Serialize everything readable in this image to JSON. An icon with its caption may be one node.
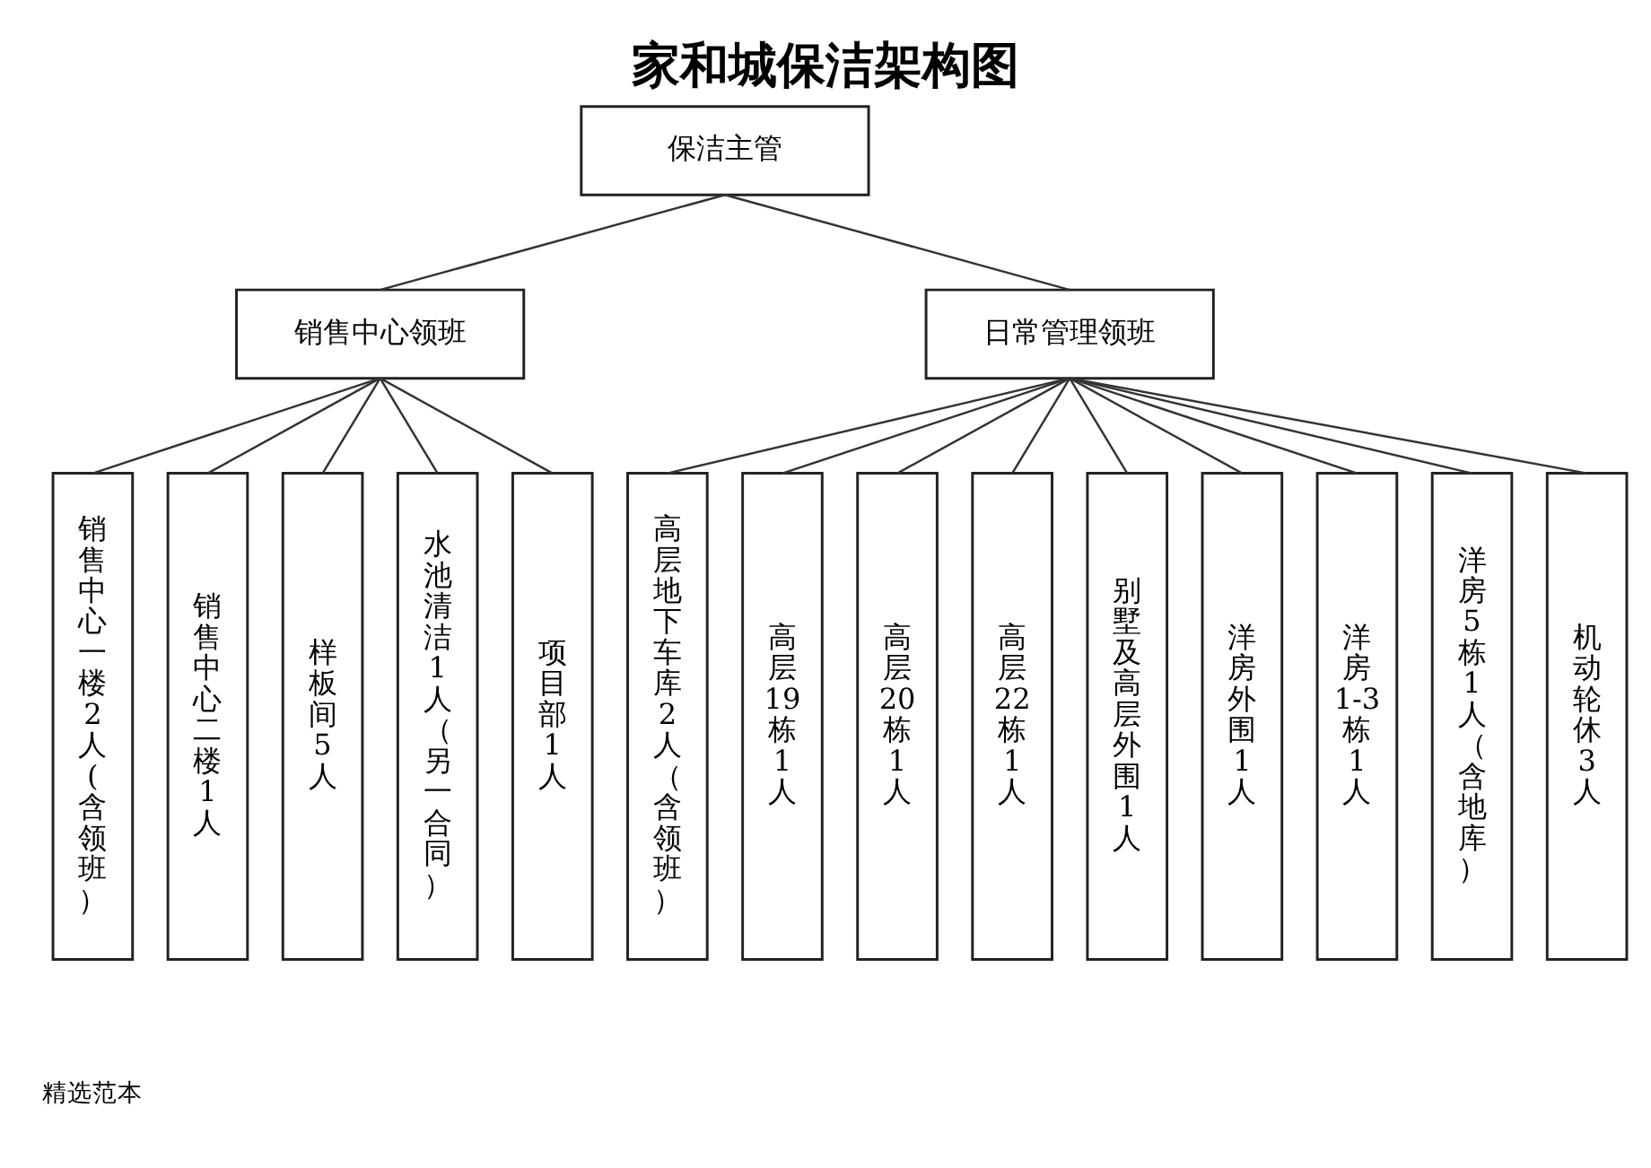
{
  "diagram": {
    "title": "家和城保洁架构图",
    "nodes": [
      {
        "text": [
          "保洁主管"
        ]
      },
      {
        "text": [
          "销售中心领班"
        ]
      },
      {
        "text": [
          "日常管理领班"
        ]
      },
      {
        "text": [
          "销售中心一楼2人(含领班）"
        ]
      },
      {
        "text": [
          "销售中心二楼1人"
        ]
      },
      {
        "text": [
          "样板间5人"
        ]
      },
      {
        "text": [
          "水池清洁1人（另一合同）"
        ]
      },
      {
        "text": [
          "项目部1人"
        ]
      },
      {
        "text": [
          "高层地下车库2人（含领班）"
        ]
      },
      {
        "text": [
          "高层19栋1人"
        ]
      },
      {
        "text": [
          "高层20栋1人"
        ]
      },
      {
        "text": [
          "高层22栋1人"
        ]
      },
      {
        "text": [
          "别墅及高层外围1人"
        ]
      },
      {
        "text": [
          "洋房外围1人"
        ]
      },
      {
        "text": [
          "洋房1-3栋1人"
        ]
      },
      {
        "text": [
          "洋房5栋1人（含地库）"
        ]
      },
      {
        "text": [
          "机动轮休3人"
        ]
      }
    ],
    "edges": [
      {
        "from": 0,
        "to": 1,
        "arrow": "none"
      },
      {
        "from": 0,
        "to": 2,
        "arrow": "none"
      },
      {
        "from": 1,
        "to": 3,
        "arrow": "none"
      },
      {
        "from": 1,
        "to": 4,
        "arrow": "none"
      },
      {
        "from": 1,
        "to": 5,
        "arrow": "none"
      },
      {
        "from": 1,
        "to": 6,
        "arrow": "none"
      },
      {
        "from": 1,
        "to": 7,
        "arrow": "none"
      },
      {
        "from": 2,
        "to": 8,
        "arrow": "none"
      },
      {
        "from": 2,
        "to": 9,
        "arrow": "none"
      },
      {
        "from": 2,
        "to": 10,
        "arrow": "none"
      },
      {
        "from": 2,
        "to": 11,
        "arrow": "none"
      },
      {
        "from": 2,
        "to": 12,
        "arrow": "none"
      },
      {
        "from": 2,
        "to": 13,
        "arrow": "none"
      },
      {
        "from": 2,
        "to": 14,
        "arrow": "none"
      },
      {
        "from": 2,
        "to": 15,
        "arrow": "none"
      },
      {
        "from": 2,
        "to": 16,
        "arrow": "none"
      }
    ],
    "labels": [
      "精选范本"
    ]
  }
}
